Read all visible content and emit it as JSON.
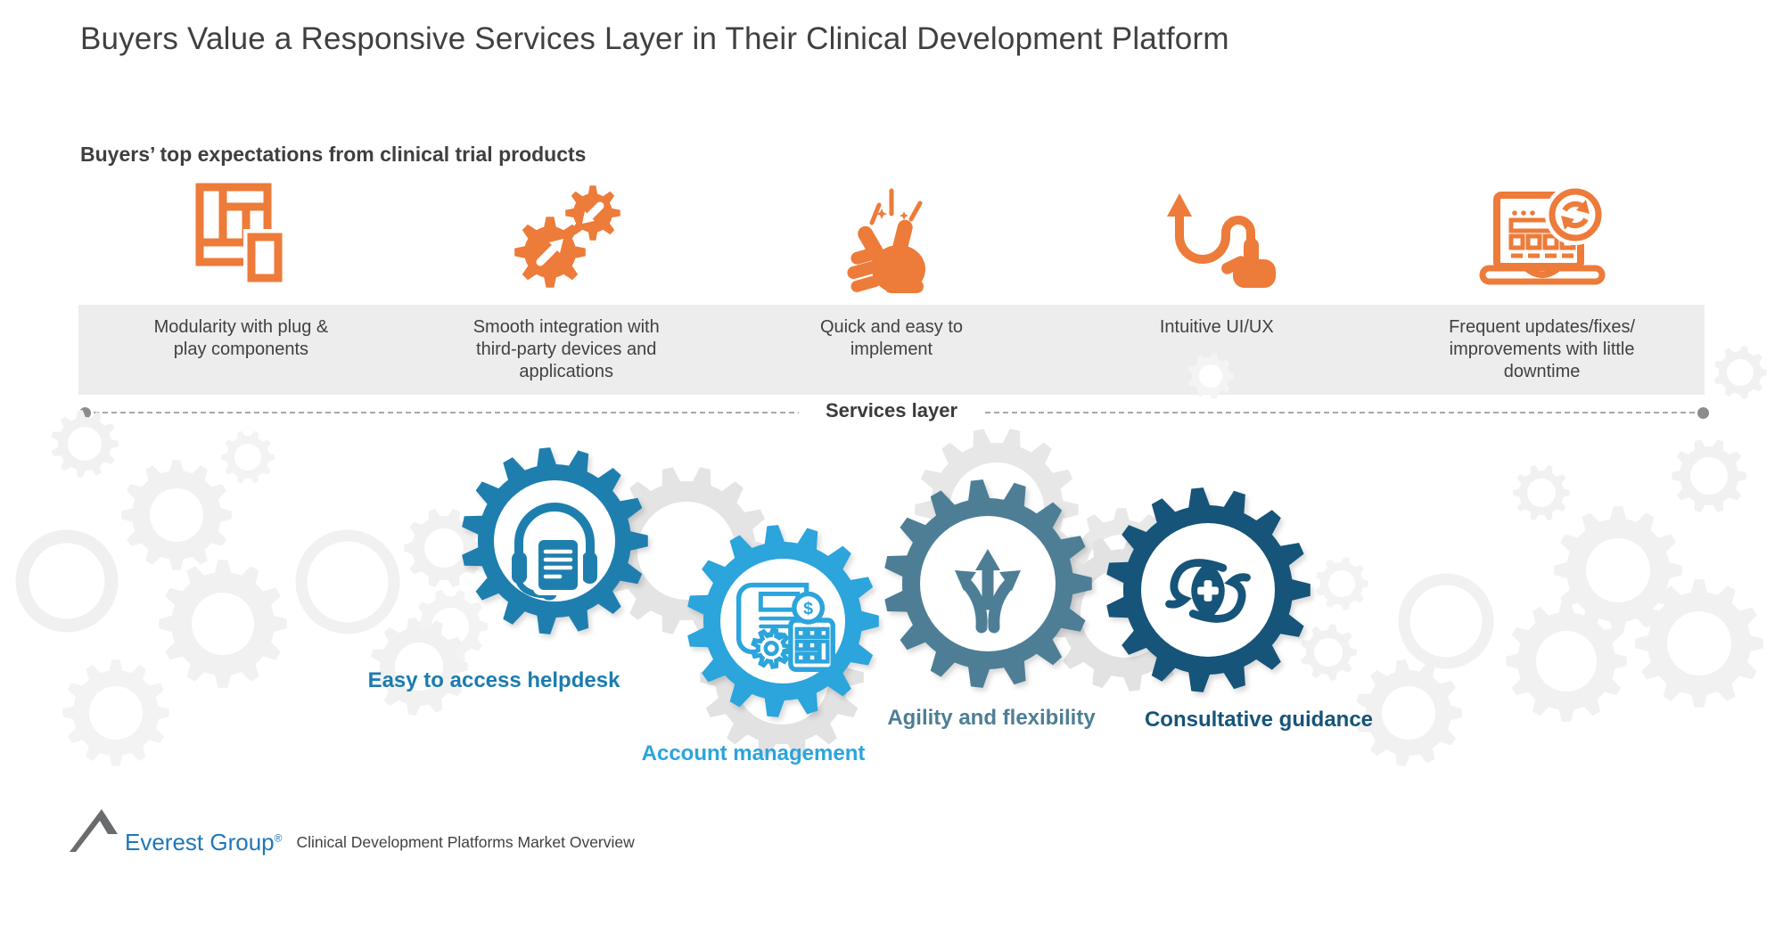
{
  "page": {
    "title": "Buyers Value a Responsive Services Layer in Their Clinical Development Platform"
  },
  "expectations": {
    "heading": "Buyers’ top expectations from clinical trial products",
    "items": [
      {
        "icon": "modularity-blocks-icon",
        "label": "Modularity with plug &\nplay components"
      },
      {
        "icon": "integration-gears-icon",
        "label": "Smooth integration with\nthird-party devices and\napplications"
      },
      {
        "icon": "snap-fingers-icon",
        "label": "Quick and easy to\nimplement"
      },
      {
        "icon": "swipe-gesture-icon",
        "label": "Intuitive UI/UX"
      },
      {
        "icon": "laptop-refresh-icon",
        "label": "Frequent updates/fixes/\nimprovements with little\ndowntime"
      }
    ]
  },
  "services": {
    "label": "Services layer",
    "dollar_symbol": "$",
    "items": [
      {
        "icon": "helpdesk-headset-icon",
        "label": "Easy to access helpdesk",
        "color": "#1E7FAF"
      },
      {
        "icon": "account-invoice-calculator-icon",
        "label": "Account management",
        "color": "#2CA4DC"
      },
      {
        "icon": "branching-arrows-icon",
        "label": "Agility and flexibility",
        "color": "#4E7E95"
      },
      {
        "icon": "consultative-guidance-icon",
        "label": "Consultative guidance",
        "color": "#16547A"
      }
    ]
  },
  "footer": {
    "brand": "Everest Group",
    "registered": "®",
    "caption": "Clinical Development Platforms Market Overview"
  },
  "colors": {
    "accent_orange": "#ED7B39",
    "band_bg": "#EDEDED",
    "text_dark": "#3F3F3F",
    "divider_gray": "#A9A9A9",
    "brand_blue": "#1F76B8",
    "decor_gray": "#F1F1F1"
  }
}
